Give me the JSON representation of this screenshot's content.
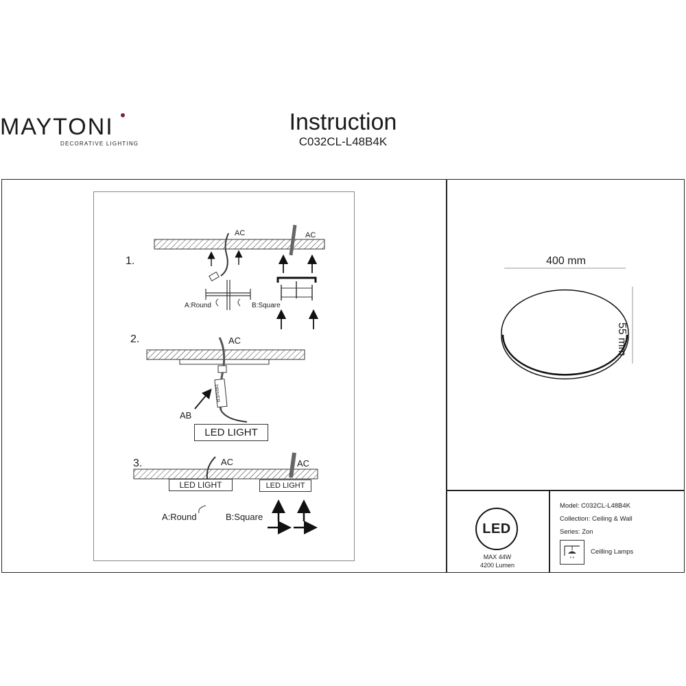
{
  "brand": {
    "name": "MAYTONI",
    "tagline": "DECORATIVE LIGHTING",
    "accent_color": "#7a1f4a"
  },
  "header": {
    "title": "Instruction",
    "model": "C032CL-L48B4K"
  },
  "installation": {
    "step1": {
      "number": "1.",
      "ac_left": "AC",
      "ac_right": "AC",
      "option_a": "A:Round",
      "option_b": "B:Square"
    },
    "step2": {
      "number": "2.",
      "ac": "AC",
      "ab": "AB",
      "driver": "DRIVER",
      "led_light": "LED LIGHT"
    },
    "step3": {
      "number": "3.",
      "ac_left": "AC",
      "ac_right": "AC",
      "led_light_left": "LED LIGHT",
      "led_light_right": "LED LIGHT",
      "option_a": "A:Round",
      "option_b": "B:Square"
    }
  },
  "dimensions": {
    "diameter": "400 mm",
    "height": "55 mm"
  },
  "specs": {
    "led_badge": "LED",
    "max_power": "MAX 44W",
    "lumen": "4200 Lumen",
    "model": "Model: C032CL-L48B4K",
    "collection": "Collection: Ceiling & Wall",
    "series": "Series: Zon",
    "category": "Ceilling Lamps",
    "category_icon": "ceiling-lamp-icon"
  }
}
